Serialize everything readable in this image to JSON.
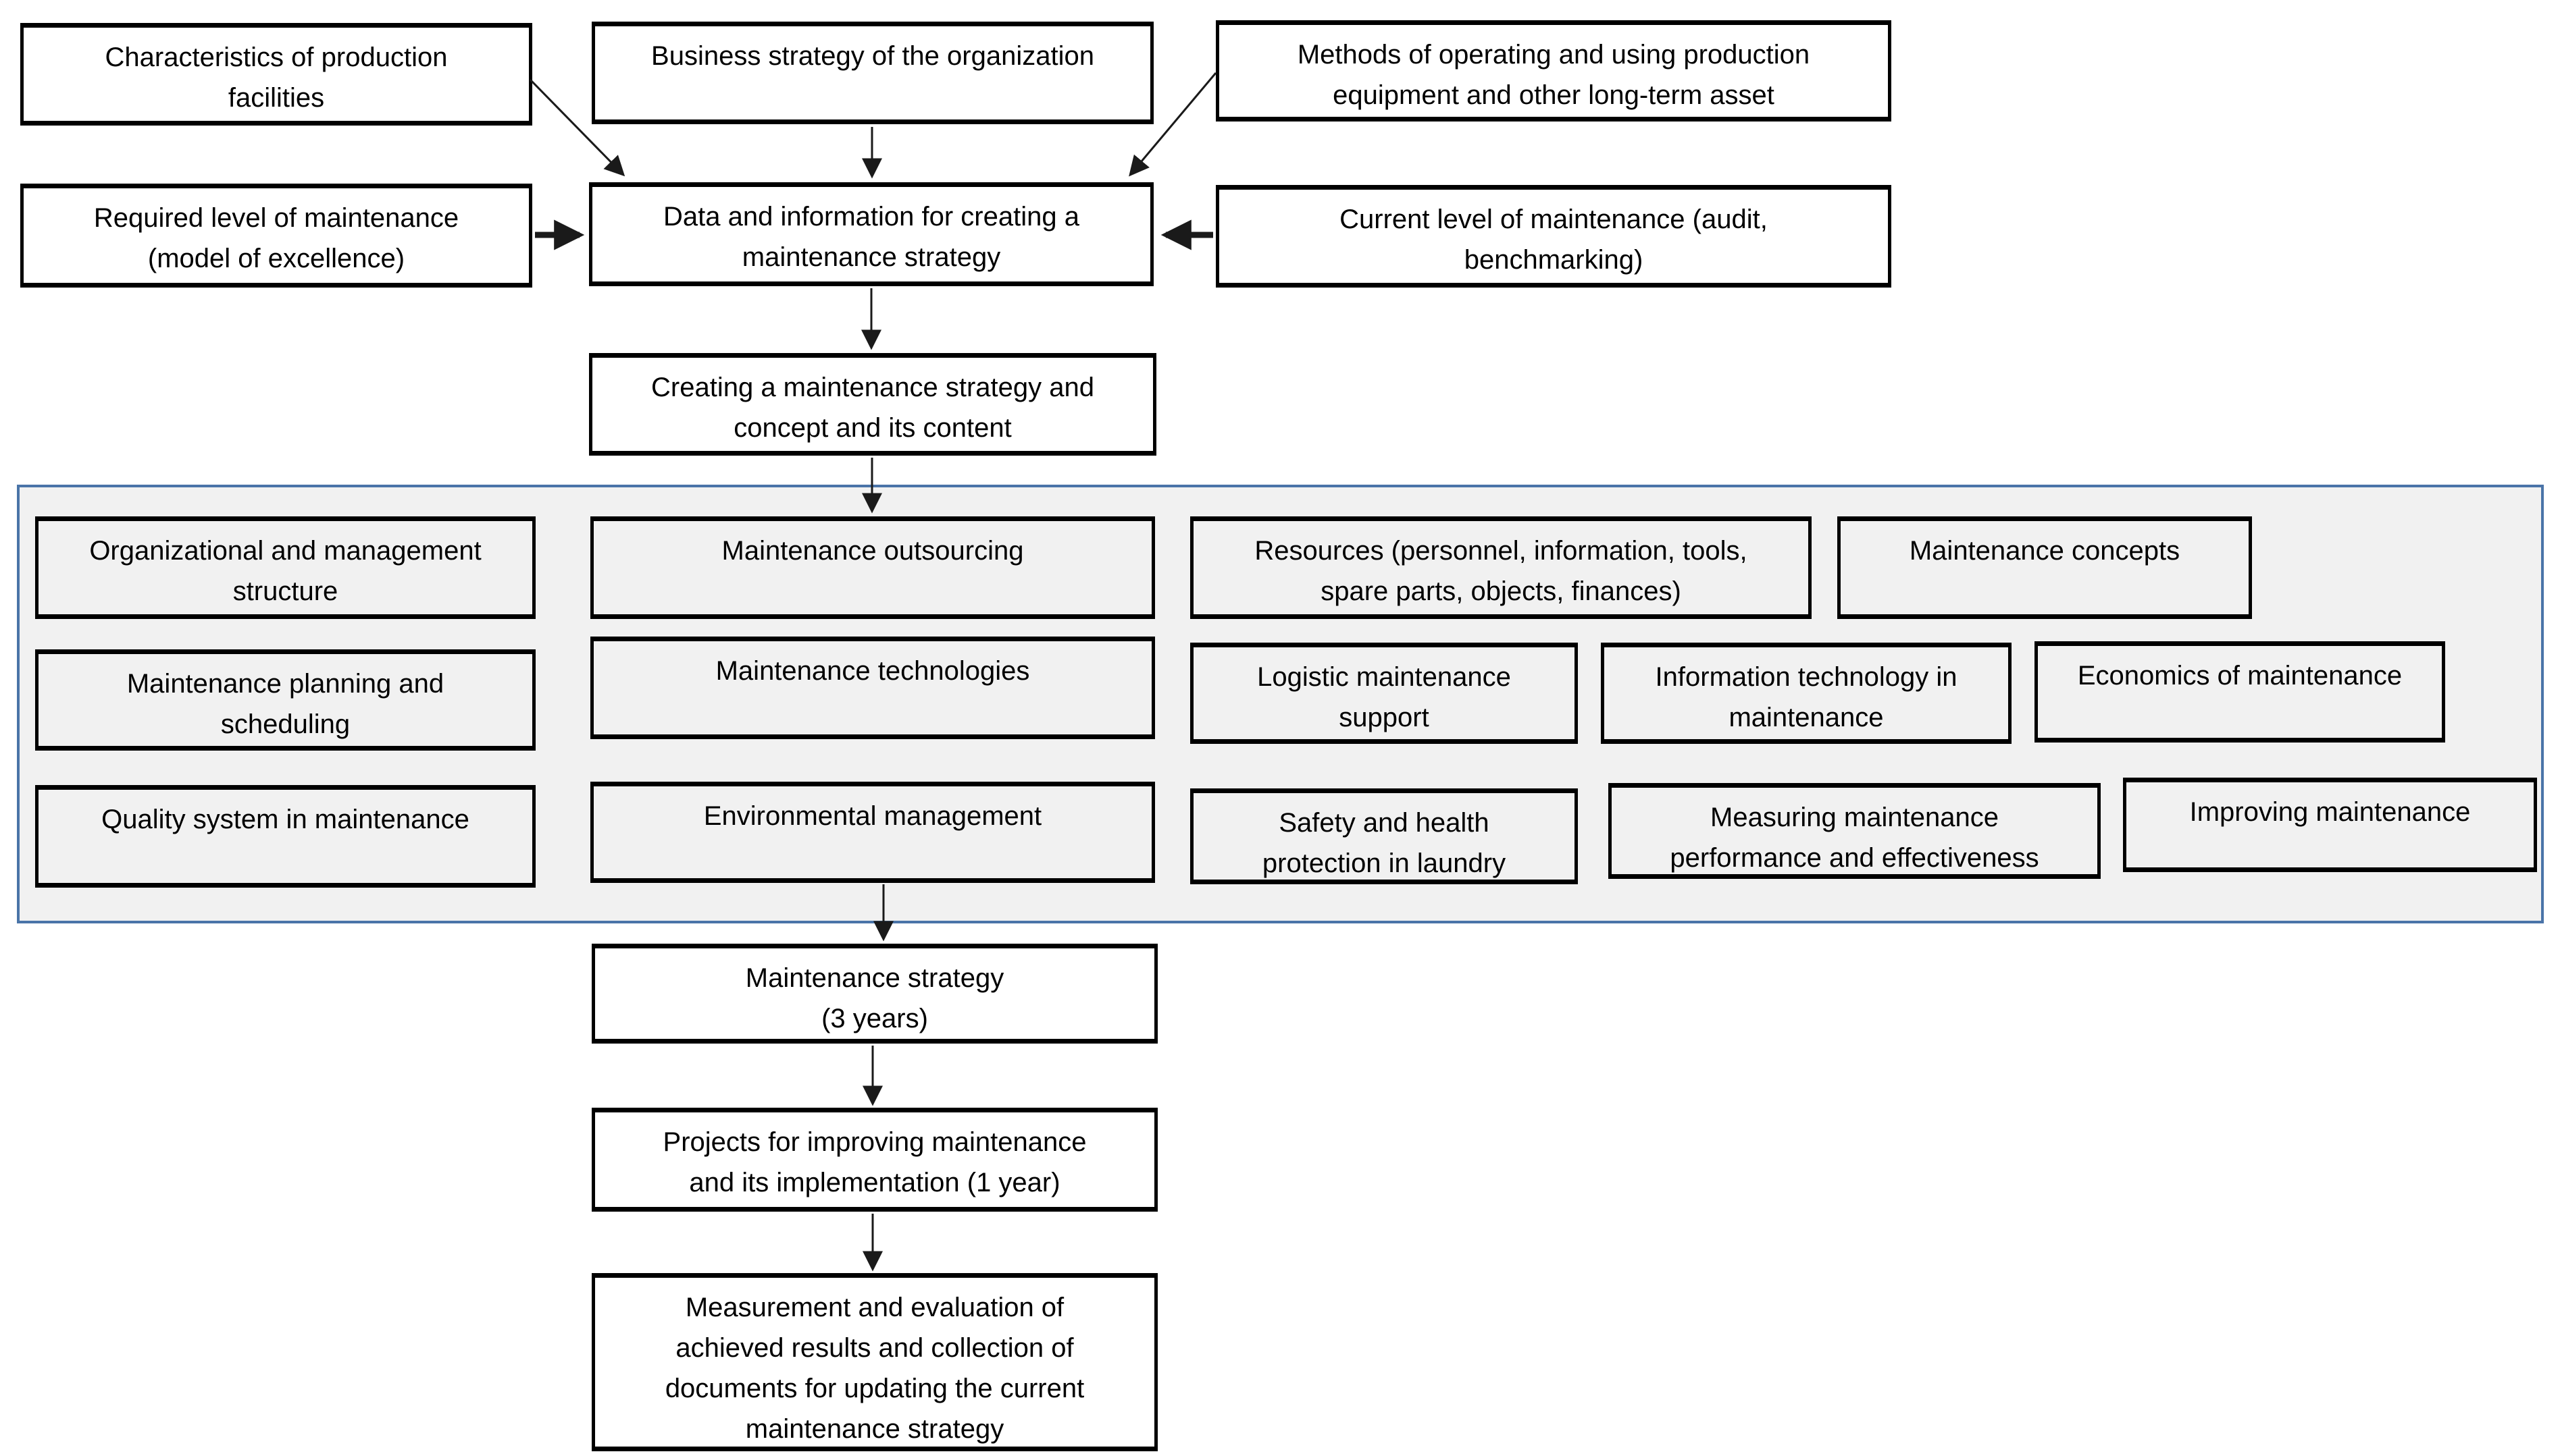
{
  "colors": {
    "page_background": "#ffffff",
    "box_border": "#000000",
    "box_fill_outer": "#ffffff",
    "box_fill_inner": "#f1f1f1",
    "frame_border": "#4a74a8",
    "frame_fill": "#f1f1f1",
    "arrow": "#1a1a1a"
  },
  "nodes": {
    "characteristics": "Characteristics of production\nfacilities",
    "business_strategy": "Business strategy of the organization",
    "operating_methods": "Methods of operating and using production\nequipment and other long-term asset",
    "required_level": "Required level of maintenance\n(model of excellence)",
    "data_information": "Data and information for creating a\nmaintenance strategy",
    "current_level": "Current level of maintenance (audit,\nbenchmarking)",
    "creating_strategy": "Creating a maintenance strategy and\nconcept and its content",
    "org_structure": "Organizational and management\nstructure",
    "outsourcing": "Maintenance outsourcing",
    "resources": "Resources (personnel, information, tools,\nspare parts, objects, finances)",
    "concepts": "Maintenance concepts",
    "planning_scheduling": "Maintenance planning and\nscheduling",
    "technologies": "Maintenance technologies",
    "logistic_support": "Logistic maintenance\nsupport",
    "information_technology": "Information technology in\nmaintenance",
    "economics": "Economics of maintenance",
    "quality_system": "Quality system in maintenance",
    "environmental": "Environmental management",
    "safety_health": "Safety and health\nprotection in laundry",
    "measuring_performance": "Measuring maintenance\nperformance and effectiveness",
    "improving": "Improving maintenance",
    "strategy_3_years": "Maintenance strategy\n(3 years)",
    "projects_1_year": "Projects for improving maintenance\nand its implementation (1 year)",
    "measurement_evaluation": "Measurement and evaluation of\nachieved results and collection of\ndocuments for updating the current\nmaintenance strategy"
  }
}
